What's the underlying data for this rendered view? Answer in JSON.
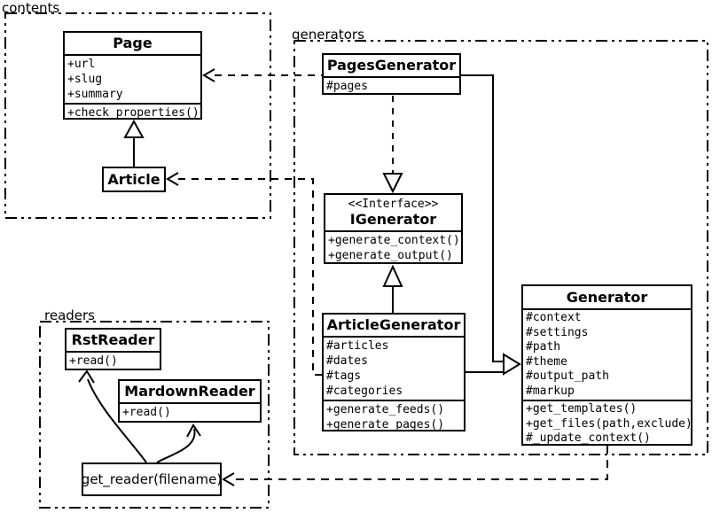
{
  "diagram": {
    "packages": [
      {
        "id": "contents",
        "label": "contents"
      },
      {
        "id": "generators",
        "label": "generators"
      },
      {
        "id": "readers",
        "label": "readers"
      }
    ],
    "classes": {
      "page": {
        "name": "Page",
        "attributes": [
          "+url",
          "+slug",
          "+summary"
        ],
        "methods": [
          "+check_properties()"
        ]
      },
      "article": {
        "name": "Article"
      },
      "pages_generator": {
        "name": "PagesGenerator",
        "attributes": [
          "#pages"
        ]
      },
      "igenerator": {
        "stereotype": "<<Interface>>",
        "name": "IGenerator",
        "methods": [
          "+generate_context()",
          "+generate_output()"
        ]
      },
      "article_generator": {
        "name": "ArticleGenerator",
        "attributes": [
          "#articles",
          "#dates",
          "#tags",
          "#categories"
        ],
        "methods": [
          "+generate_feeds()",
          "+generate_pages()"
        ]
      },
      "generator": {
        "name": "Generator",
        "attributes": [
          "#context",
          "#settings",
          "#path",
          "#theme",
          "#output_path",
          "#markup"
        ],
        "methods": [
          "+get_templates()",
          "+get_files(path,exclude)",
          "#_update_context()"
        ]
      },
      "rst_reader": {
        "name": "RstReader",
        "methods": [
          "+read()"
        ]
      },
      "mardown_reader": {
        "name": "MardownReader",
        "methods": [
          "+read()"
        ]
      },
      "get_reader": {
        "label": "get_reader(filename)"
      }
    },
    "colors": {
      "line": "#000000",
      "background": "#ffffff"
    }
  }
}
